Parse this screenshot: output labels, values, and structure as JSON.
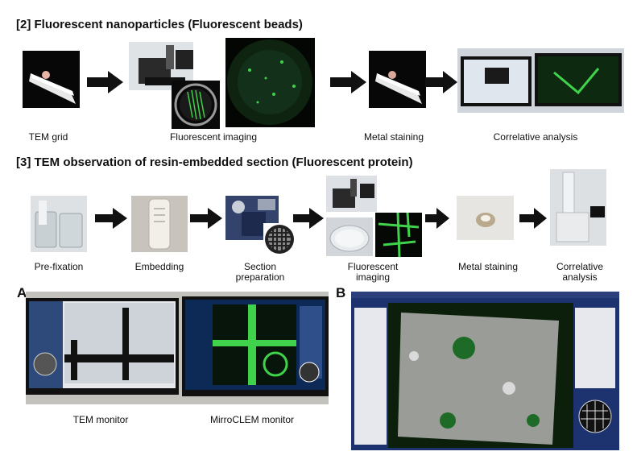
{
  "section2": {
    "title": "[2] Fluorescent nanoparticles (Fluorescent beads)",
    "steps": [
      "TEM grid",
      "Fluorescent imaging",
      "Metal staining",
      "Correlative analysis"
    ]
  },
  "section3": {
    "title": "[3] TEM observation of resin-embedded section (Fluorescent protein)",
    "steps": [
      {
        "line1": "Pre-fixation",
        "line2": ""
      },
      {
        "line1": "Embedding",
        "line2": ""
      },
      {
        "line1": "Section",
        "line2": "preparation"
      },
      {
        "line1": "Fluorescent",
        "line2": "imaging"
      },
      {
        "line1": "Metal staining",
        "line2": ""
      },
      {
        "line1": "Correlative",
        "line2": "analysis"
      }
    ]
  },
  "panelA": {
    "letter": "A",
    "captions": [
      "TEM monitor",
      "MirroCLEM monitor"
    ]
  },
  "panelB": {
    "letter": "B"
  },
  "colors": {
    "arrow": "#111111",
    "fluor_green": "#3fd24a",
    "screen_blue": "#1a3e8c"
  }
}
